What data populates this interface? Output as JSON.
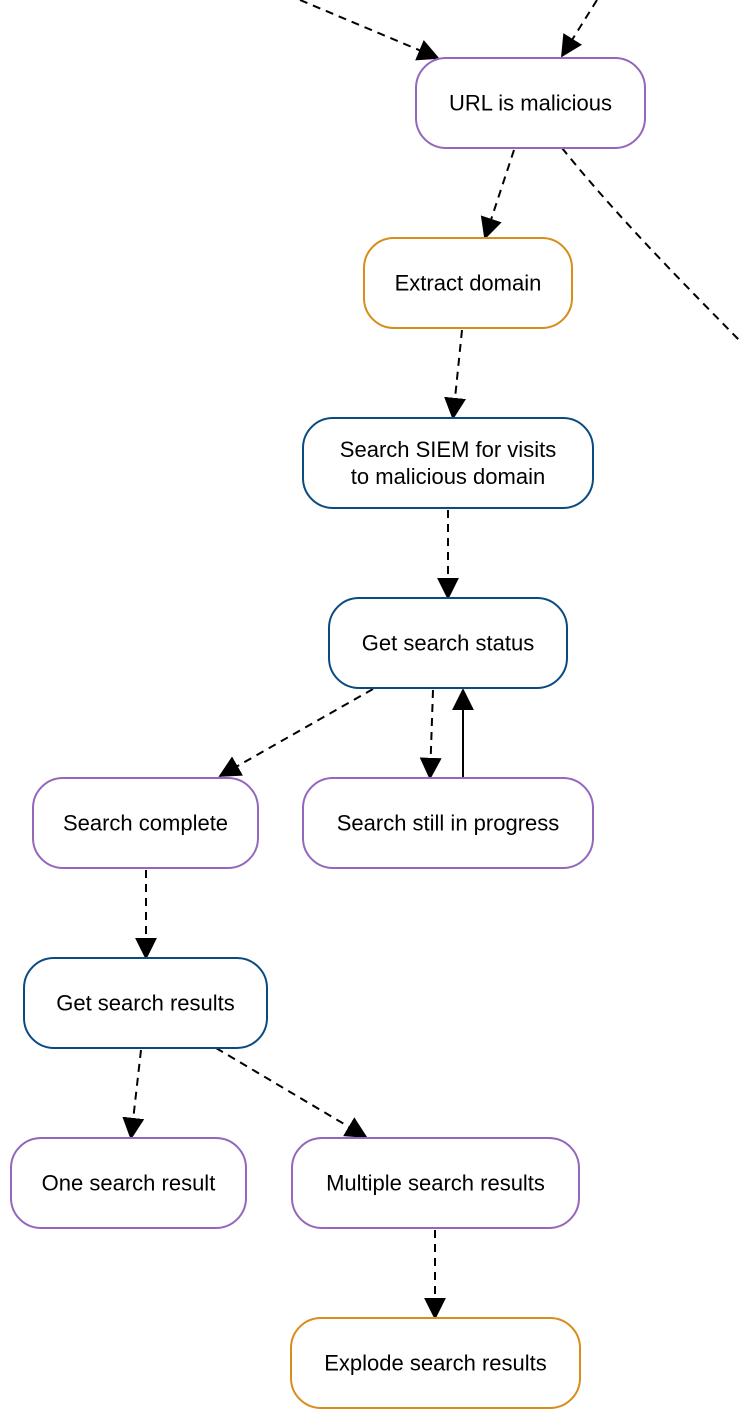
{
  "colors": {
    "condition": "#9467bd",
    "transform": "#d98c1a",
    "action": "#0b4a80",
    "edge": "#000000"
  },
  "nodes": {
    "url_is_malicious": {
      "kind": "condition",
      "lines": [
        "URL is malicious"
      ]
    },
    "extract_domain": {
      "kind": "transform",
      "lines": [
        "Extract domain"
      ]
    },
    "search_siem": {
      "kind": "action",
      "lines": [
        "Search SIEM for visits",
        "to malicious domain"
      ]
    },
    "get_search_status": {
      "kind": "action",
      "lines": [
        "Get search status"
      ]
    },
    "search_complete": {
      "kind": "condition",
      "lines": [
        "Search complete"
      ]
    },
    "search_in_progress": {
      "kind": "condition",
      "lines": [
        "Search still in progress"
      ]
    },
    "get_search_results": {
      "kind": "action",
      "lines": [
        "Get search results"
      ]
    },
    "one_search_result": {
      "kind": "condition",
      "lines": [
        "One search result"
      ]
    },
    "multiple_search_results": {
      "kind": "condition",
      "lines": [
        "Multiple search results"
      ]
    },
    "explode_search_results": {
      "kind": "transform",
      "lines": [
        "Explode search results"
      ]
    }
  },
  "edges": [
    {
      "from": "offscreen-top-left",
      "to": "url_is_malicious",
      "style": "dashed"
    },
    {
      "from": "offscreen-top-right",
      "to": "url_is_malicious",
      "style": "dashed"
    },
    {
      "from": "url_is_malicious",
      "to": "extract_domain",
      "style": "dashed"
    },
    {
      "from": "url_is_malicious",
      "to": "offscreen-right",
      "style": "dashed"
    },
    {
      "from": "extract_domain",
      "to": "search_siem",
      "style": "dashed"
    },
    {
      "from": "search_siem",
      "to": "get_search_status",
      "style": "dashed"
    },
    {
      "from": "get_search_status",
      "to": "search_complete",
      "style": "dashed"
    },
    {
      "from": "get_search_status",
      "to": "search_in_progress",
      "style": "dashed"
    },
    {
      "from": "search_in_progress",
      "to": "get_search_status",
      "style": "solid"
    },
    {
      "from": "search_complete",
      "to": "get_search_results",
      "style": "dashed"
    },
    {
      "from": "get_search_results",
      "to": "one_search_result",
      "style": "dashed"
    },
    {
      "from": "get_search_results",
      "to": "multiple_search_results",
      "style": "dashed"
    },
    {
      "from": "multiple_search_results",
      "to": "explode_search_results",
      "style": "dashed"
    }
  ]
}
